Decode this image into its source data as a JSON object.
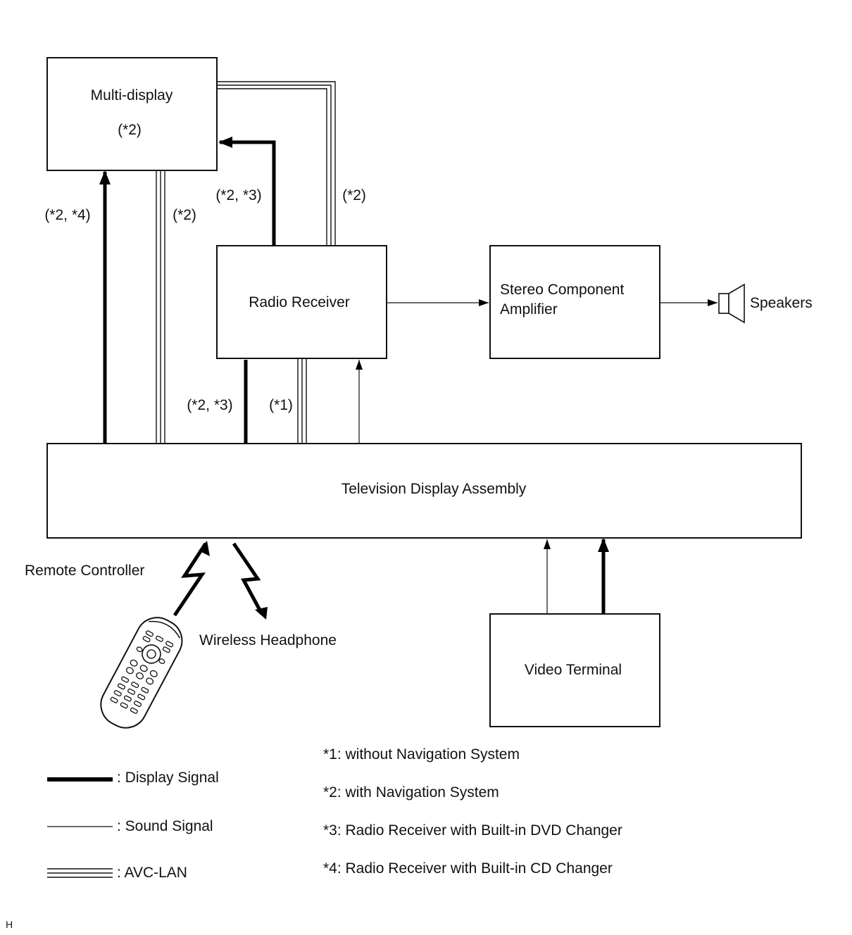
{
  "blocks": {
    "multi_display": {
      "label": "Multi-display",
      "note": "(*2)"
    },
    "radio_receiver": {
      "label": "Radio Receiver"
    },
    "amplifier": {
      "line1": "Stereo Component",
      "line2": "Amplifier"
    },
    "speakers": {
      "label": "Speakers"
    },
    "tv_display": {
      "label": "Television Display Assembly"
    },
    "video_terminal": {
      "label": "Video Terminal"
    },
    "remote_controller": {
      "label": "Remote Controller"
    },
    "wireless_headphone": {
      "label": "Wireless Headphone"
    }
  },
  "connection_labels": {
    "left_display": "(*2, *4)",
    "left_avc": "(*2)",
    "radio_to_display": "(*2, *3)",
    "radio_avc_top": "(*2)",
    "tv_to_radio_display": "(*2, *3)",
    "tv_to_radio_avc": "(*1)"
  },
  "legend": [
    {
      "type": "display",
      "label": ": Display Signal"
    },
    {
      "type": "sound",
      "label": ": Sound Signal"
    },
    {
      "type": "avc",
      "label": ": AVC-LAN"
    }
  ],
  "footnotes": [
    "*1: without Navigation System",
    "*2: with Navigation System",
    "*3: Radio Receiver with Built-in DVD Changer",
    "*4: Radio Receiver with Built-in CD Changer"
  ],
  "corner_mark": "H",
  "icons": {
    "speaker": "speaker-icon",
    "remote": "remote-controller-icon",
    "wireless_in": "wireless-signal-in-icon",
    "wireless_out": "wireless-signal-out-icon"
  }
}
